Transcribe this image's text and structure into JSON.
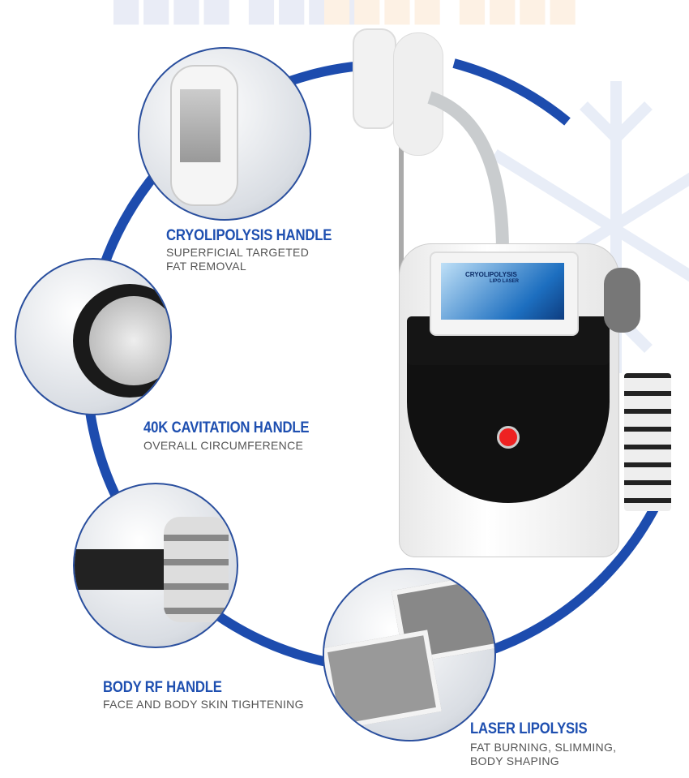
{
  "colors": {
    "accent": "#1e4fb0",
    "ring": "#1d4cae",
    "text": "#555555"
  },
  "screen": {
    "line1": "CRYOLIPOLYSIS",
    "line2": "LIPO LASER"
  },
  "features": [
    {
      "title": "CRYOLIPOLYSIS HANDLE",
      "lines": [
        "SUPERFICIAL TARGETED",
        "FAT REMOVAL"
      ]
    },
    {
      "title": "40K CAVITATION HANDLE",
      "lines": [
        "OVERALL CIRCUMFERENCE"
      ]
    },
    {
      "title": "BODY RF HANDLE",
      "lines": [
        "FACE AND BODY SKIN TIGHTENING"
      ]
    },
    {
      "title": "LASER LIPOLYSIS",
      "lines": [
        "FAT BURNING, SLIMMING,",
        "BODY SHAPING"
      ]
    }
  ]
}
